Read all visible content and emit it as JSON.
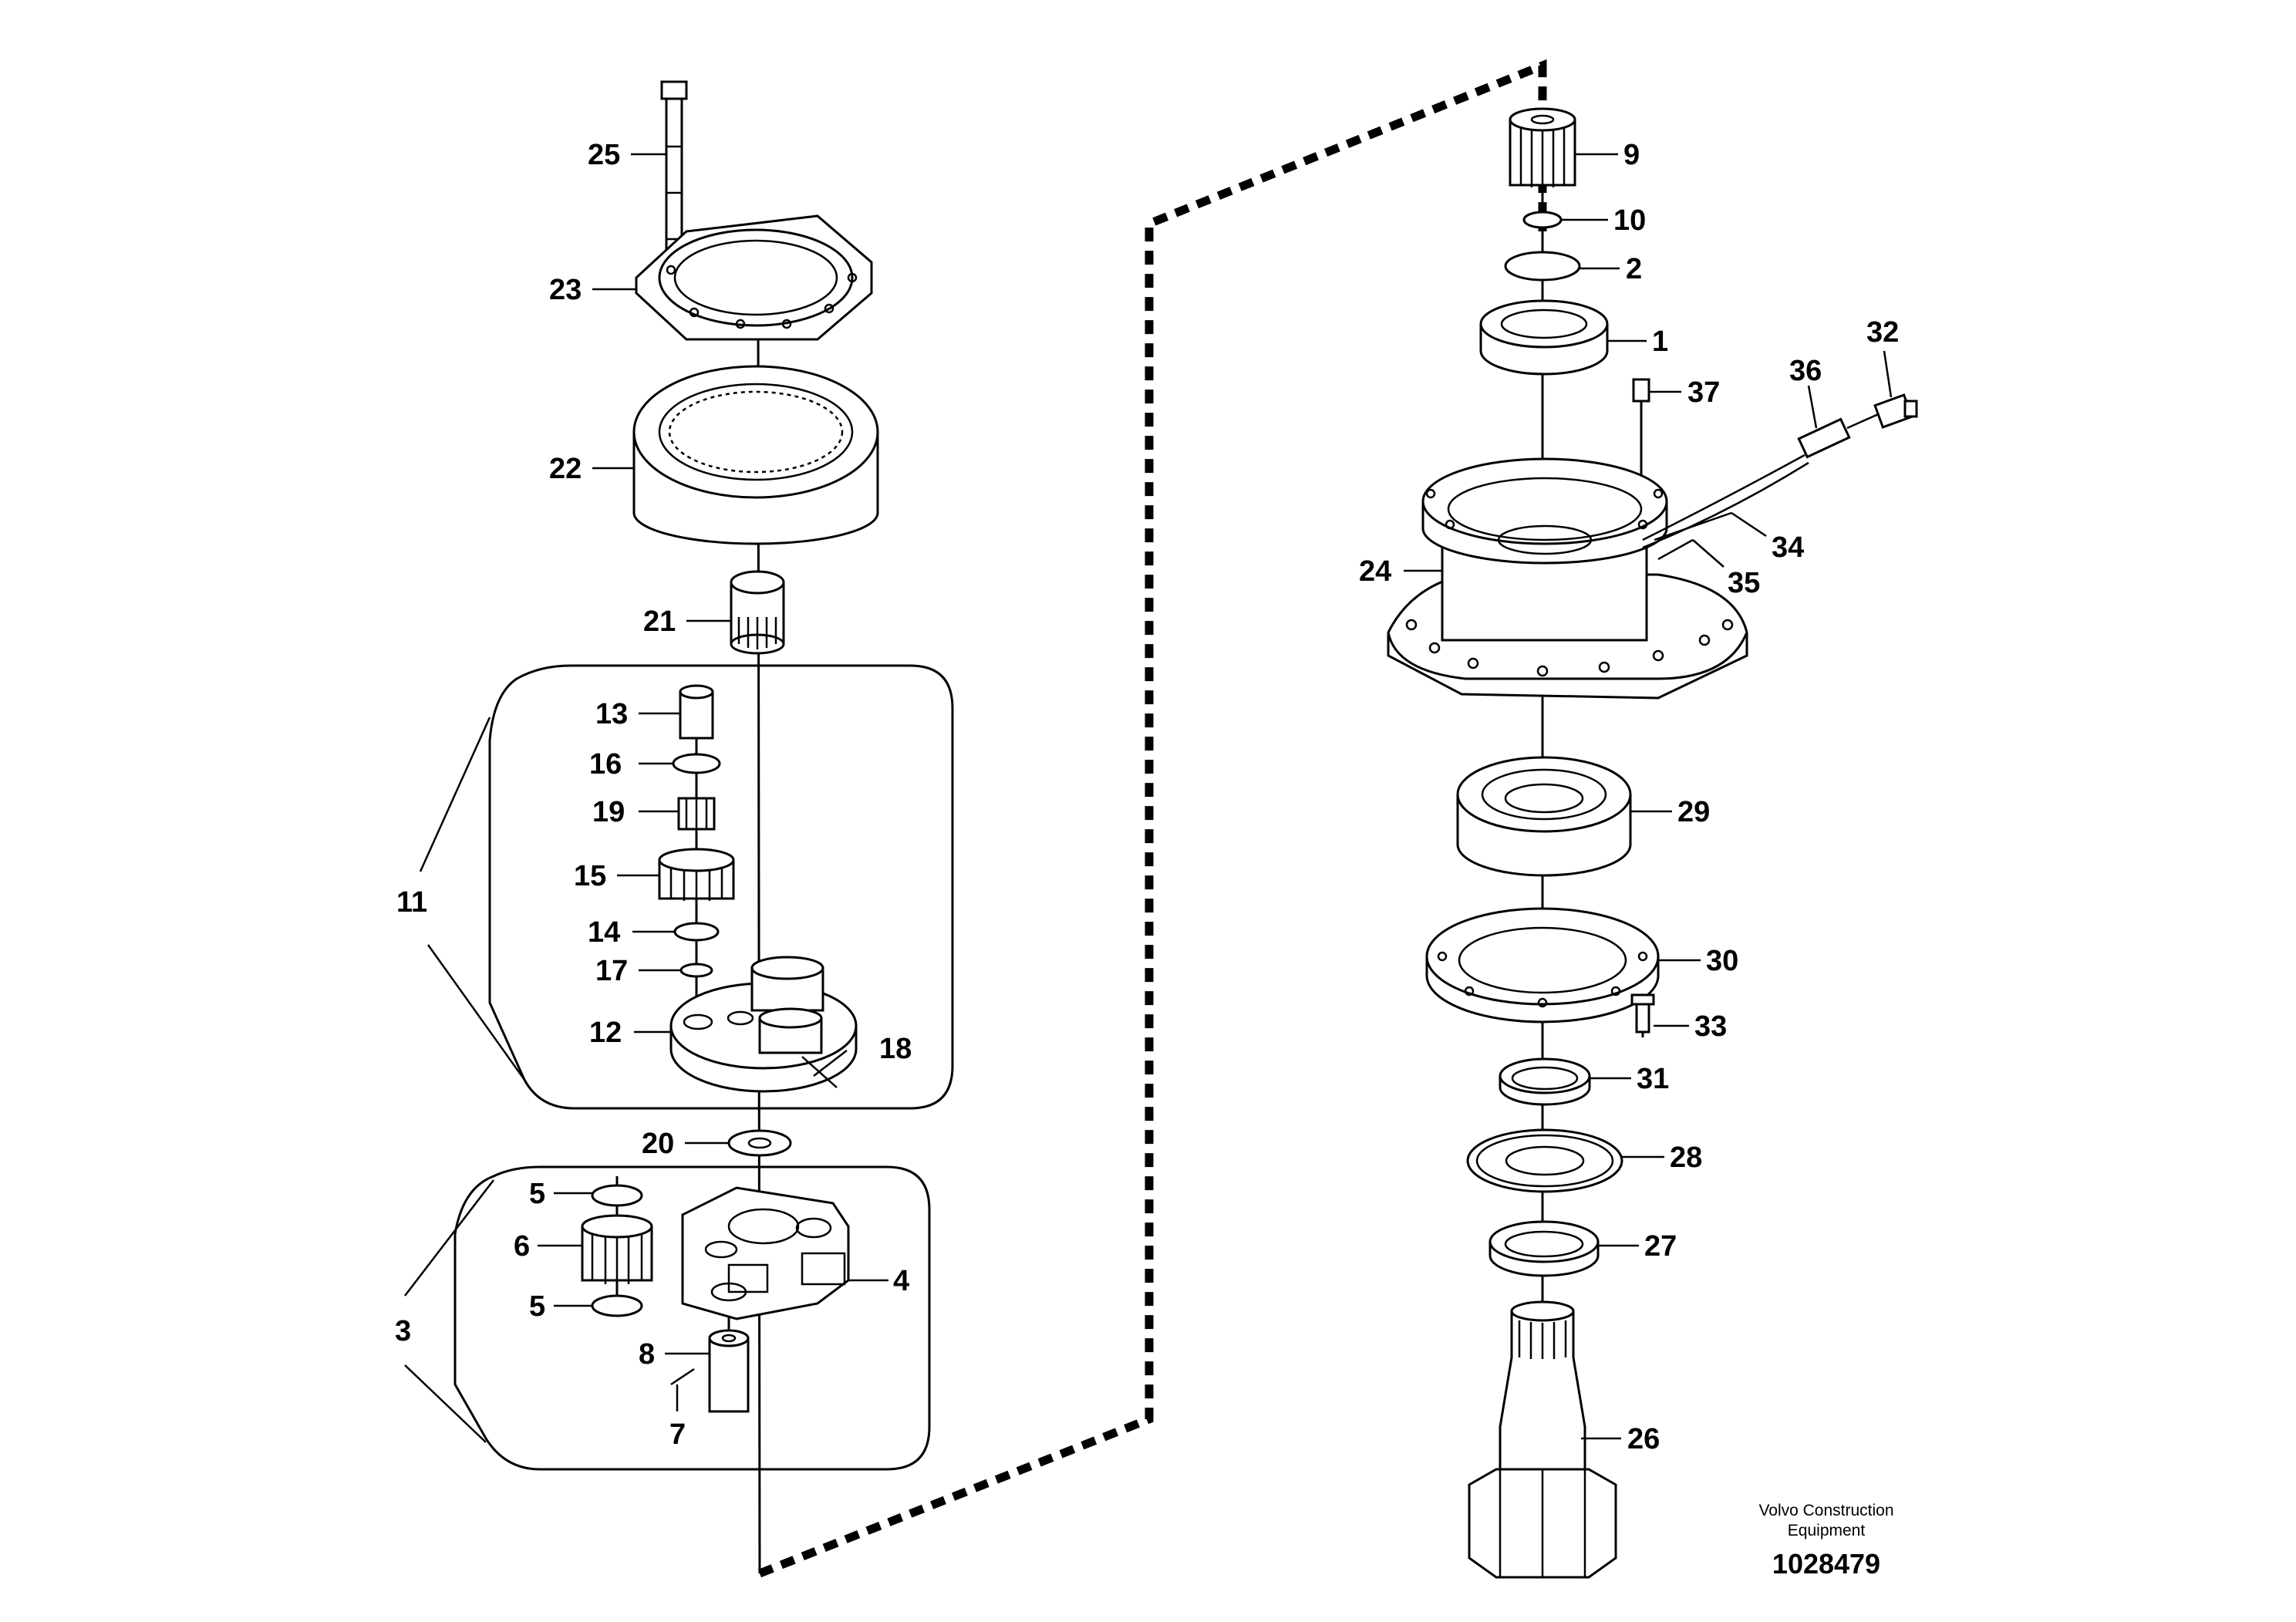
{
  "callouts": [
    {
      "id": "c25",
      "text": "25"
    },
    {
      "id": "c23",
      "text": "23"
    },
    {
      "id": "c22",
      "text": "22"
    },
    {
      "id": "c21",
      "text": "21"
    },
    {
      "id": "c13",
      "text": "13"
    },
    {
      "id": "c16",
      "text": "16"
    },
    {
      "id": "c19",
      "text": "19"
    },
    {
      "id": "c15",
      "text": "15"
    },
    {
      "id": "c11",
      "text": "11"
    },
    {
      "id": "c14",
      "text": "14"
    },
    {
      "id": "c17",
      "text": "17"
    },
    {
      "id": "c12",
      "text": "12"
    },
    {
      "id": "c18",
      "text": "18"
    },
    {
      "id": "c20",
      "text": "20"
    },
    {
      "id": "c5a",
      "text": "5"
    },
    {
      "id": "c6",
      "text": "6"
    },
    {
      "id": "c5b",
      "text": "5"
    },
    {
      "id": "c3",
      "text": "3"
    },
    {
      "id": "c4",
      "text": "4"
    },
    {
      "id": "c8",
      "text": "8"
    },
    {
      "id": "c7",
      "text": "7"
    },
    {
      "id": "c9",
      "text": "9"
    },
    {
      "id": "c10",
      "text": "10"
    },
    {
      "id": "c2",
      "text": "2"
    },
    {
      "id": "c1",
      "text": "1"
    },
    {
      "id": "c32",
      "text": "32"
    },
    {
      "id": "c36",
      "text": "36"
    },
    {
      "id": "c37",
      "text": "37"
    },
    {
      "id": "c34",
      "text": "34"
    },
    {
      "id": "c24",
      "text": "24"
    },
    {
      "id": "c35",
      "text": "35"
    },
    {
      "id": "c29",
      "text": "29"
    },
    {
      "id": "c30",
      "text": "30"
    },
    {
      "id": "c33",
      "text": "33"
    },
    {
      "id": "c31",
      "text": "31"
    },
    {
      "id": "c28",
      "text": "28"
    },
    {
      "id": "c27",
      "text": "27"
    },
    {
      "id": "c26",
      "text": "26"
    }
  ],
  "brand": {
    "line1": "Volvo Construction",
    "line2": "Equipment"
  },
  "document_number": "1028479"
}
